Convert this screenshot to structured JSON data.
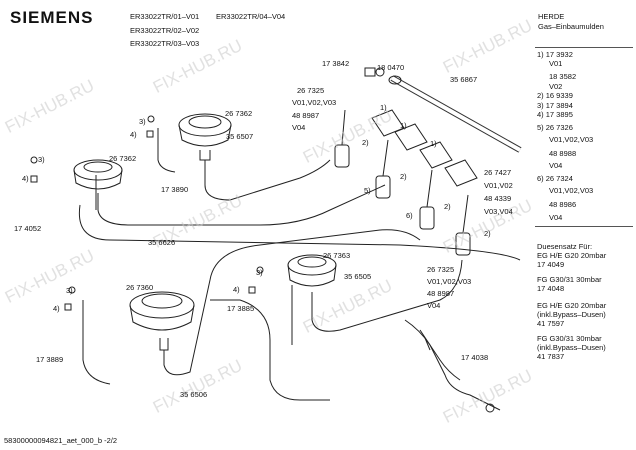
{
  "brand": "SIEMENS",
  "models": [
    "ER33022TR/01–V01",
    "ER33022TR/04–V04",
    "ER33022TR/02–V02",
    "ER33022TR/03–V03"
  ],
  "footer": "58300000094821_aet_000_b -2/2",
  "watermark": "FIX-HUB.RU",
  "header_right": {
    "line1": "HERDE",
    "line2": "Gas–Einbaumulden"
  },
  "right_panel": [
    "1)  17 3932",
    "V01",
    "18 3582",
    "V02",
    "2)  16 9339",
    "3)  17 3894",
    "4)  17 3895",
    "5)  26 7326",
    "V01,V02,V03",
    "48 8988",
    "V04",
    "6)  26 7324",
    "V01,V02,V03",
    "48 8986",
    "V04",
    "Duesensatz Für:",
    "EG H/E G20 20mbar",
    "17 4049",
    "FG G30/31 30mbar",
    "17 4048",
    "EG H/E G20 20mbar",
    "(inkl.Bypass–Dusen)",
    "41 7597",
    "FG G30/31 30mbar",
    "(inkl.Bypass–Dusen)",
    "41 7837"
  ],
  "labels": [
    "17 3842",
    "18 0470",
    "35 6867",
    "26 7325",
    "V01,V02,V03",
    "48 8987",
    "V04",
    "26 7362",
    "35 6507",
    "26 7362",
    "17 3890",
    "17 4052",
    "35 6626",
    "26 7427",
    "V01,V02",
    "48 4339",
    "V03,V04",
    "26 7363",
    "26 7360",
    "35 6505",
    "26 7325",
    "V01,V02,V03",
    "48 8987",
    "V04",
    "17 3885",
    "17 3889",
    "17 4038",
    "35 6506",
    "1)",
    "1)",
    "1)",
    "2)",
    "2)",
    "2)",
    "2)",
    "3)",
    "3)",
    "3)",
    "3)",
    "4)",
    "4)",
    "4)",
    "4)",
    "5)",
    "6)"
  ]
}
